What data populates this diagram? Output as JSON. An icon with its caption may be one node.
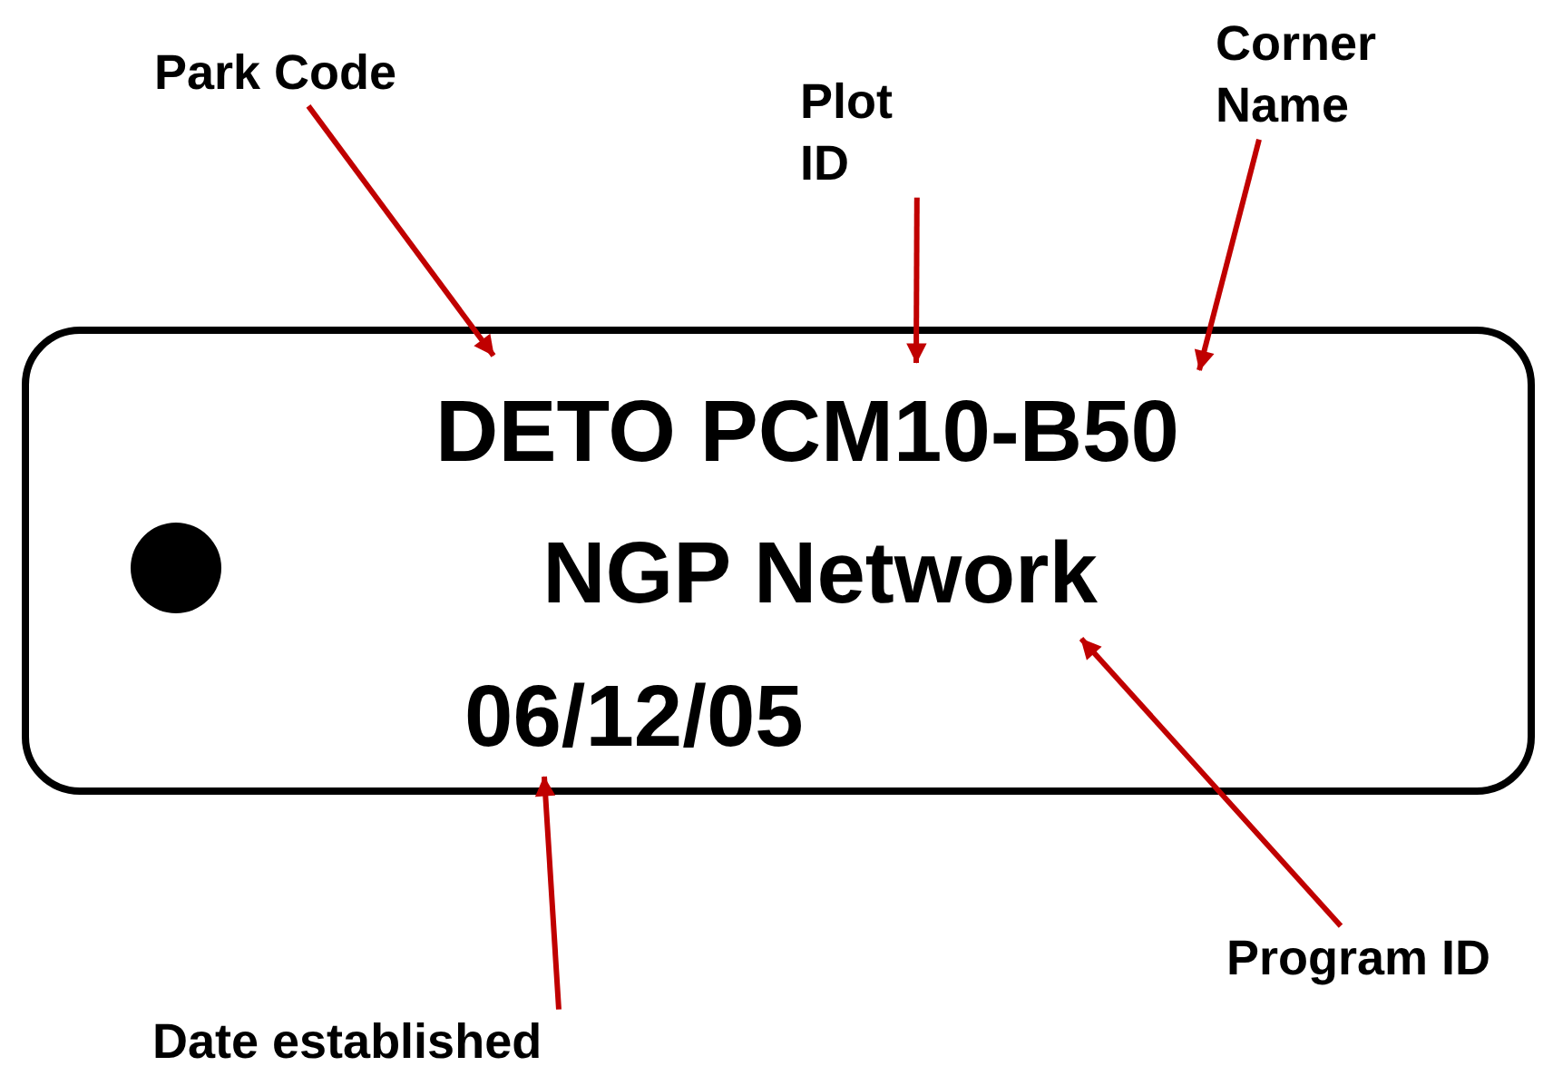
{
  "diagram": {
    "nodes": [
      {
        "text": [
          "DETO PCM10-B50",
          "NGP Network",
          "06/12/05"
        ]
      },
      {
        "text": [
          "Park Code"
        ]
      },
      {
        "text": [
          "Plot ID"
        ]
      },
      {
        "text": [
          "Corner Name"
        ]
      },
      {
        "text": [
          "Program ID"
        ]
      },
      {
        "text": [
          "Date established"
        ]
      }
    ],
    "edges": [
      {
        "from": 1,
        "to": 0,
        "arrow": "to"
      },
      {
        "from": 2,
        "to": 0,
        "arrow": "to"
      },
      {
        "from": 3,
        "to": 0,
        "arrow": "to"
      },
      {
        "from": 4,
        "to": 0,
        "arrow": "to"
      },
      {
        "from": 5,
        "to": 0,
        "arrow": "to"
      }
    ]
  }
}
